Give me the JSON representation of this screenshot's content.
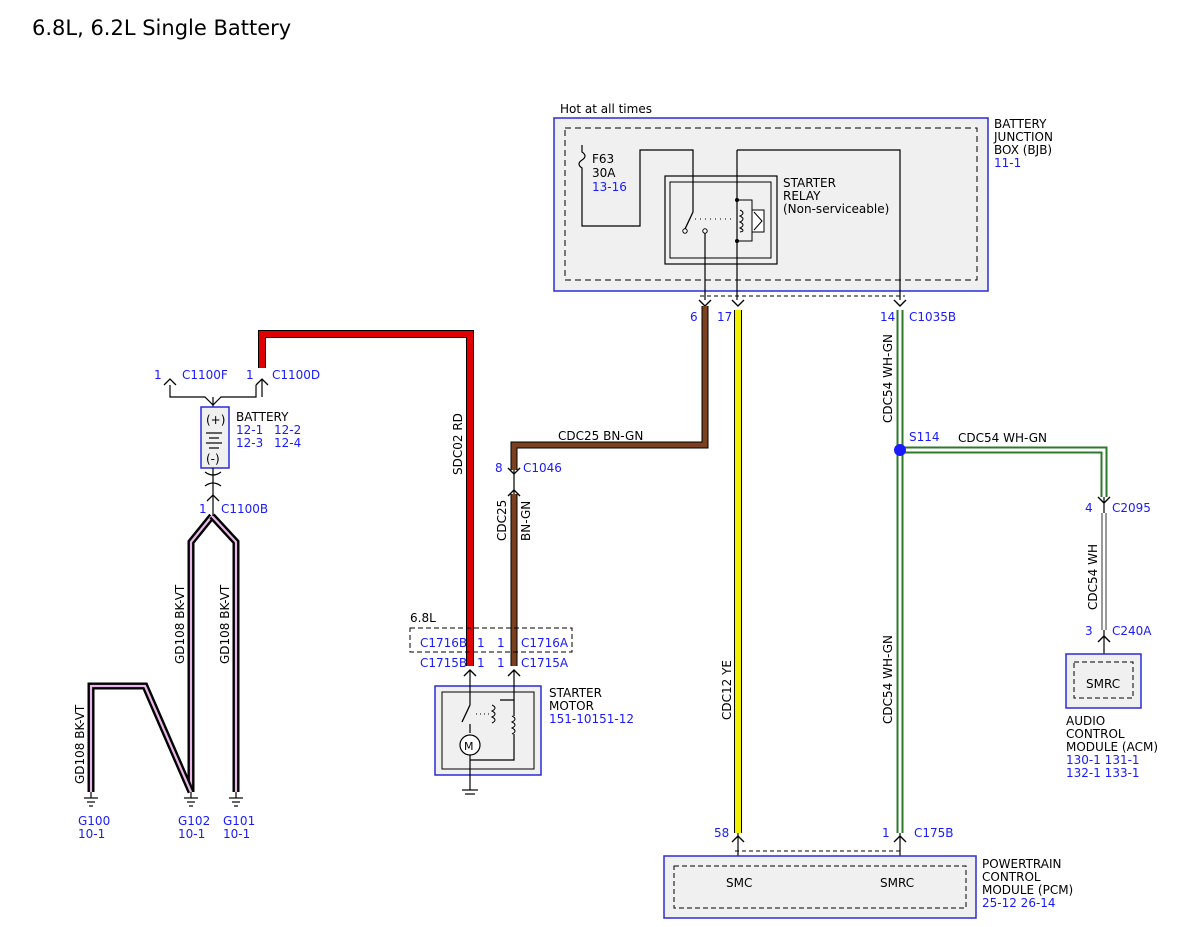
{
  "title": "6.8L, 6.2L Single Battery",
  "colors": {
    "wire_rd": "#e00000",
    "wire_bn": "#7a4020",
    "wire_ye": "#f0f000",
    "wire_wh_gn_outer": "#2d7a2d",
    "wire_bk_vt_core": "#e8b8e8",
    "component_outline": "#2b2bd8",
    "component_fill": "#f0f0f0",
    "ref_text": "#1a1aff",
    "splice_dot": "#1a1aff"
  },
  "bjb": {
    "hot_label": "Hot at all times",
    "name": [
      "BATTERY",
      "JUNCTION",
      "BOX (BJB)"
    ],
    "ref": "11-1",
    "fuse_name": "F63",
    "fuse_rating": "30A",
    "fuse_ref": "13-16",
    "relay_name": [
      "STARTER",
      "RELAY",
      "(Non-serviceable)"
    ],
    "connector": "C1035B",
    "pin_a": "6",
    "pin_b": "17",
    "pin_c": "14"
  },
  "battery": {
    "name": "BATTERY",
    "refs": [
      "12-1",
      "12-2",
      "12-3",
      "12-4"
    ],
    "plus": "(+)",
    "minus": "(-)",
    "conn_f": "C1100F",
    "conn_f_pin": "1",
    "conn_d": "C1100D",
    "conn_d_pin": "1",
    "conn_b": "C1100B",
    "conn_b_pin": "1"
  },
  "grounds": [
    {
      "name": "G100",
      "ref": "10-1"
    },
    {
      "name": "G102",
      "ref": "10-1"
    },
    {
      "name": "G101",
      "ref": "10-1"
    }
  ],
  "wires": {
    "sdc02": "SDC02  RD",
    "cdc25_h": "CDC25  BN-GN",
    "cdc25_v1": "CDC25",
    "cdc25_v2": "BN-GN",
    "cdc12": "CDC12  YE",
    "cdc54_upper": "CDC54  WH-GN",
    "cdc54_lower": "CDC54  WH-GN",
    "cdc54_h": "CDC54  WH-GN",
    "cdc54_wh": "CDC54  WH",
    "gd108_a": "GD108  BK-VT",
    "gd108_b": "GD108  BK-VT",
    "gd108_c": "GD108  BK-VT"
  },
  "splice": "S114",
  "c1046": {
    "pin": "8",
    "name": "C1046"
  },
  "starter_motor": {
    "variant": "6.8L",
    "c1716b": "C1716B",
    "c1716a": "C1716A",
    "c1715b": "C1715B",
    "c1715a": "C1715A",
    "pin": "1",
    "name": [
      "STARTER",
      "MOTOR"
    ],
    "ref": "151-10151-12"
  },
  "acm": {
    "c2095_pin": "4",
    "c2095": "C2095",
    "c240a_pin": "3",
    "c240a": "C240A",
    "pin_label": "SMRC",
    "name": [
      "AUDIO",
      "CONTROL",
      "MODULE (ACM)"
    ],
    "refs": [
      "130-1 131-1",
      "132-1 133-1"
    ]
  },
  "pcm": {
    "pin_a": "58",
    "pin_b": "1",
    "connector": "C175B",
    "label_a": "SMC",
    "label_b": "SMRC",
    "name": [
      "POWERTRAIN",
      "CONTROL",
      "MODULE (PCM)"
    ],
    "ref": "25-12 26-14"
  }
}
